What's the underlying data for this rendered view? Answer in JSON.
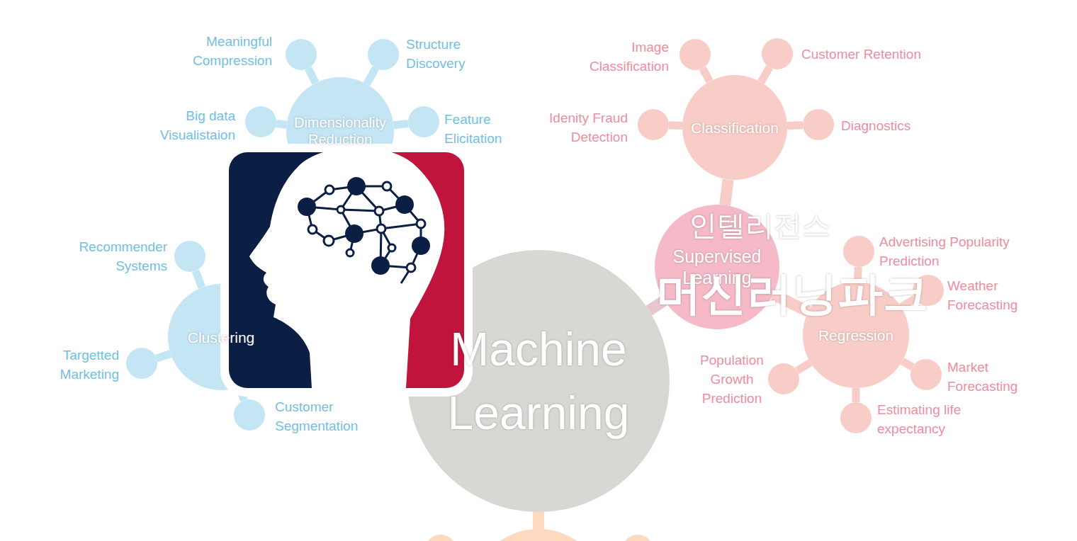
{
  "diagram": {
    "nodes": [
      {
        "text": [
          "Meaningful Compression"
        ]
      },
      {
        "text": [
          "Structure Discovery"
        ]
      },
      {
        "text": [
          "Image Classification"
        ]
      },
      {
        "text": [
          "Customer Retention"
        ]
      },
      {
        "text": [
          "Big data Visualistaion"
        ]
      },
      {
        "text": [
          "Dimensionality Reduction"
        ]
      },
      {
        "text": [
          "Feature Elicitation"
        ]
      },
      {
        "text": [
          "Idenity Fraud Detection"
        ]
      },
      {
        "text": [
          "Classification"
        ]
      },
      {
        "text": [
          "Diagnostics"
        ]
      },
      {
        "text": [
          "Supervised Learning"
        ]
      },
      {
        "text": [
          "Advertising Popularity Prediction"
        ]
      },
      {
        "text": [
          "Recommender Systems"
        ]
      },
      {
        "text": [
          "Weather Forecasting"
        ]
      },
      {
        "text": [
          "Clustering"
        ]
      },
      {
        "text": [
          "Regression"
        ]
      },
      {
        "text": [
          "Machine Learning"
        ]
      },
      {
        "text": [
          "Targetted Marketing"
        ]
      },
      {
        "text": [
          "Population Growth Prediction"
        ]
      },
      {
        "text": [
          "Market Forecasting"
        ]
      },
      {
        "text": [
          "Customer Segmentation"
        ]
      },
      {
        "text": [
          "Estimating life expectancy"
        ]
      }
    ],
    "edges": [
      {
        "from": 5,
        "to": 0,
        "arrow": "none"
      },
      {
        "from": 5,
        "to": 1,
        "arrow": "none"
      },
      {
        "from": 5,
        "to": 4,
        "arrow": "none"
      },
      {
        "from": 5,
        "to": 6,
        "arrow": "none"
      },
      {
        "from": 8,
        "to": 2,
        "arrow": "none"
      },
      {
        "from": 8,
        "to": 3,
        "arrow": "none"
      },
      {
        "from": 8,
        "to": 7,
        "arrow": "none"
      },
      {
        "from": 8,
        "to": 9,
        "arrow": "none"
      },
      {
        "from": 10,
        "to": 8,
        "arrow": "none"
      },
      {
        "from": 10,
        "to": 15,
        "arrow": "none"
      },
      {
        "from": 16,
        "to": 10,
        "arrow": "none"
      },
      {
        "from": 14,
        "to": 12,
        "arrow": "none"
      },
      {
        "from": 14,
        "to": 17,
        "arrow": "none"
      },
      {
        "from": 14,
        "to": 20,
        "arrow": "none"
      },
      {
        "from": 15,
        "to": 11,
        "arrow": "none"
      },
      {
        "from": 15,
        "to": 13,
        "arrow": "none"
      },
      {
        "from": 15,
        "to": 18,
        "arrow": "none"
      },
      {
        "from": 15,
        "to": 19,
        "arrow": "none"
      },
      {
        "from": 15,
        "to": 21,
        "arrow": "none"
      }
    ],
    "labels": [
      "인텔리전스",
      "머신러닝파크"
    ]
  }
}
